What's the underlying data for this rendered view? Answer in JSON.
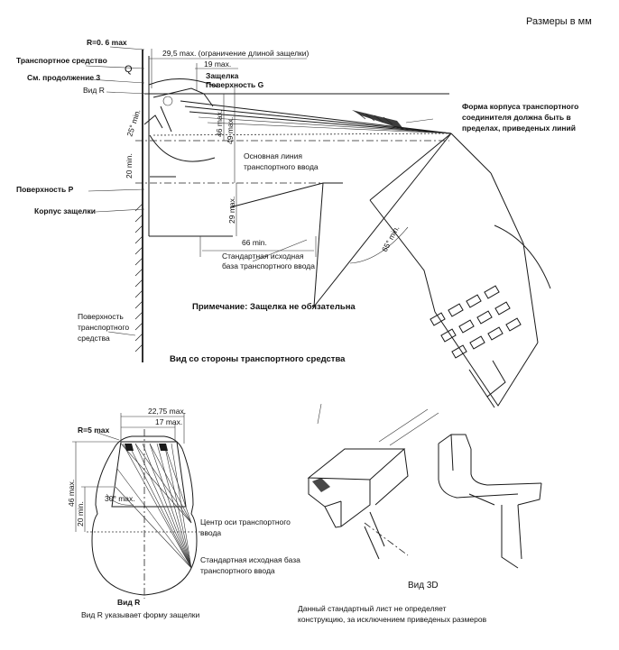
{
  "header": {
    "units": "Размеры в мм"
  },
  "top_view": {
    "r06": "R=0. 6 max",
    "dim_29_5": "29,5 max. (ограничение длиной защелки)",
    "dim_19": "19 max.",
    "transport": "Транспортное средство",
    "q_label": "Q",
    "see_cont": "См. продолжение 3",
    "view_r": "Вид R",
    "latch": "Защелка",
    "surface_g": "Поверхность G",
    "dim_46": "46 max.",
    "dim_49": "49 max.",
    "angle_25": "25° min.",
    "dim_20": "20 min.",
    "body_shape": [
      "Форма корпуса транспортного",
      "соединителя должна быть в",
      "пределах, приведеных линий"
    ],
    "main_line": [
      "Основная линия",
      "транспортного ввода"
    ],
    "surface_p": "Поверхность P",
    "latch_body": "Корпус защелки",
    "dim_29": "29 max.",
    "dim_66": "66 min.",
    "angle_65": "65° min.",
    "std_base": [
      "Стандартная исходная",
      "база транспортного ввода"
    ],
    "note": "Примечание: Защелка не обязательна",
    "veh_surface": [
      "Поверхность",
      "транспортного",
      "средства"
    ],
    "view_caption": "Вид со стороны транспортного средства"
  },
  "view_r": {
    "r5": "R=5 max",
    "dim_22_75": "22,75 max.",
    "dim_17": "17 max.",
    "dim_46": "46 max.",
    "dim_20": "20 min.",
    "angle_30": "30° max.",
    "axis_center": [
      "Центр оси транспортного",
      "ввода"
    ],
    "std_base": [
      "Стандартная исходная база",
      "транспортного ввода"
    ],
    "title": "Вид R",
    "caption": "Вид R указывает форму защелки"
  },
  "view_3d": {
    "title": "Вид 3D",
    "note": [
      "Данный стандартный лист не определяет",
      "конструкцию, за исключением приведеных размеров"
    ]
  }
}
